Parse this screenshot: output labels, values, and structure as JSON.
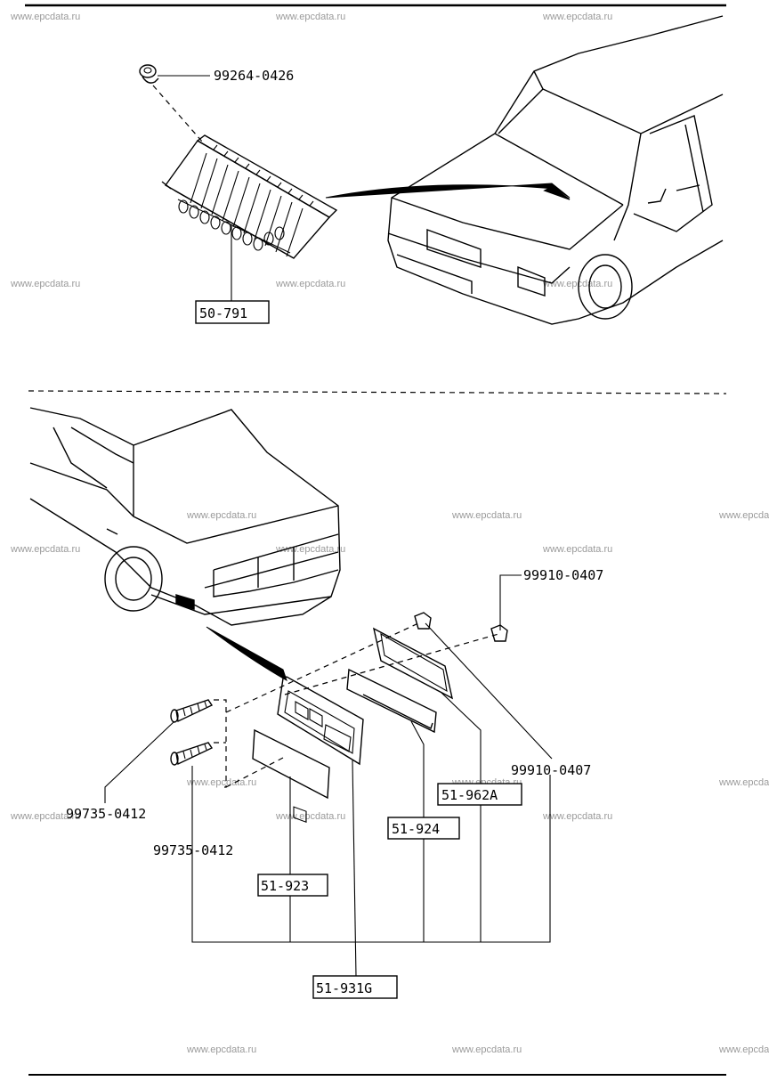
{
  "watermark": "www.epcdata.ru",
  "section_top": {
    "parts": {
      "clip": "99264-0426",
      "grille": "50-791"
    }
  },
  "section_bottom": {
    "parts": {
      "clip_upper": "99910-0407",
      "clip_lower": "99910-0407",
      "screw_upper": "99735-0412",
      "screw_lower": "99735-0412",
      "gasket": "51-962A",
      "lens_inner": "51-924",
      "lens_outer": "51-923",
      "lamp_assembly": "51-931G"
    }
  }
}
